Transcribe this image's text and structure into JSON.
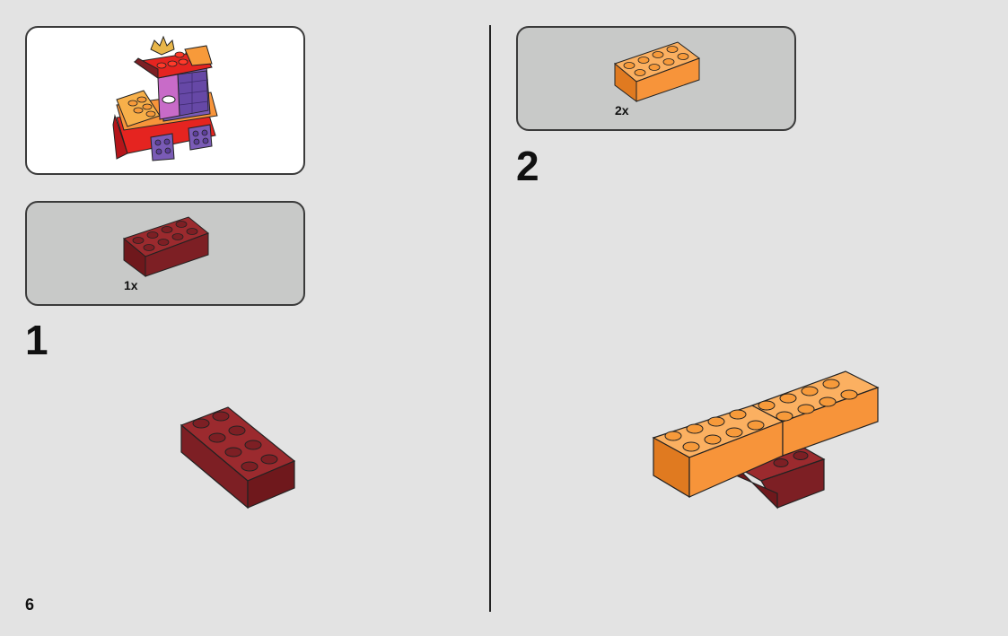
{
  "page_number": "6",
  "steps": [
    {
      "number": "1",
      "parts": [
        {
          "color": "dark-red",
          "hex": "#7d1f24",
          "size": "2x4",
          "quantity": "1x"
        }
      ]
    },
    {
      "number": "2",
      "parts": [
        {
          "color": "orange",
          "hex": "#f7943a",
          "size": "2x4",
          "quantity": "2x"
        }
      ]
    }
  ],
  "preview": {
    "description_icon": "completed-model-preview"
  }
}
